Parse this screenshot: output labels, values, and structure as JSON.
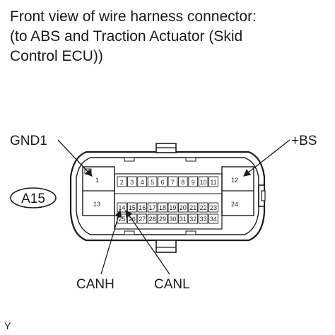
{
  "title": {
    "line1": "Front view of wire harness connector:",
    "line2": "(to ABS and Traction Actuator (Skid",
    "line3": "Control ECU))"
  },
  "connector": {
    "code": "A15",
    "labels": {
      "gnd1": "GND1",
      "bs": "+BS",
      "canh": "CANH",
      "canl": "CANL"
    },
    "large_pins": {
      "p1": "1",
      "p12": "12",
      "p13": "13",
      "p24": "24"
    },
    "top_row_pins": [
      "2",
      "3",
      "4",
      "5",
      "6",
      "7",
      "8",
      "9",
      "10",
      "11"
    ],
    "middle_row_pins": [
      "14",
      "15",
      "16",
      "17",
      "18",
      "19",
      "20",
      "21",
      "22",
      "23"
    ],
    "bottom_row_pins": [
      "25",
      "26",
      "27",
      "28",
      "29",
      "30",
      "31",
      "32",
      "33",
      "34"
    ]
  },
  "footer_mark": "Y"
}
